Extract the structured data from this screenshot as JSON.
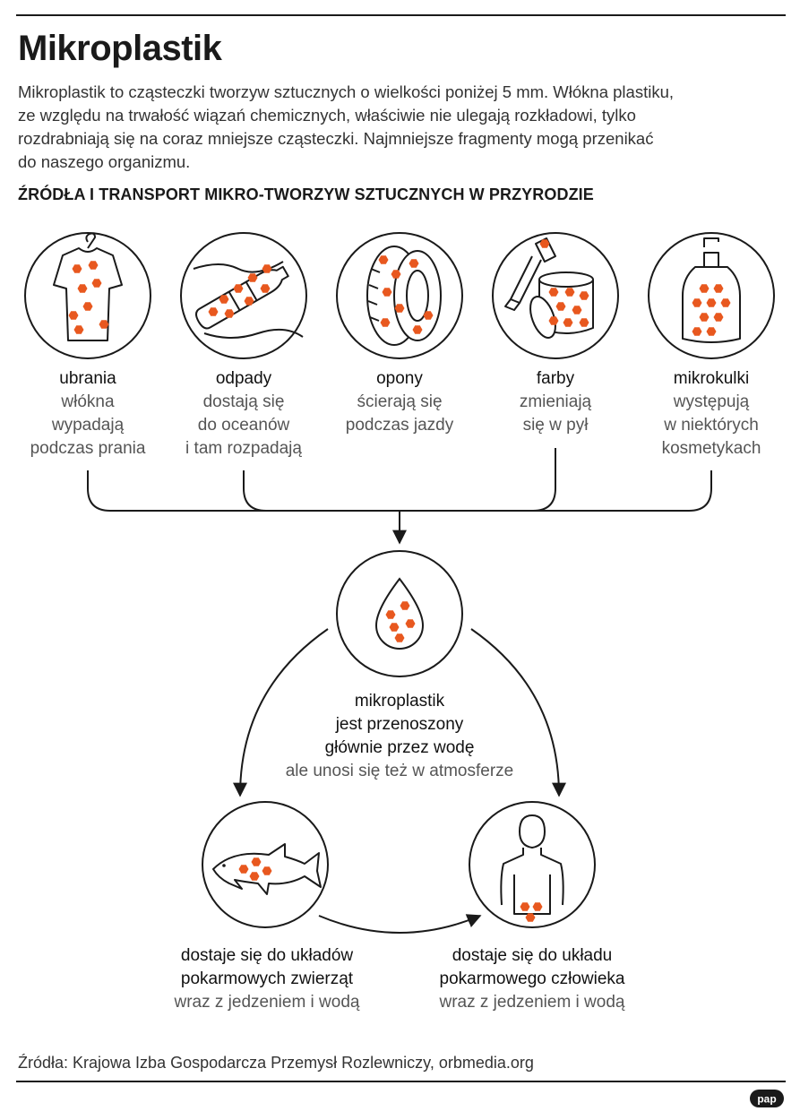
{
  "title": "Mikroplastik",
  "intro": "Mikroplastik to cząsteczki tworzyw sztucznych o wielkości poniżej 5 mm. Włókna plastiku,\nze względu na trwałość wiązań chemicznych, właściwie nie ulegają rozkładowi, tylko\nrozdrabniają się na coraz mniejsze cząsteczki. Najmniejsze fragmenty mogą przenikać\ndo naszego organizmu.",
  "section_title": "ŹRÓDŁA I TRANSPORT MIKRO-TWORZYW SZTUCZNYCH W PRZYRODZIE",
  "sources": [
    {
      "name": "ubrania",
      "desc": "włókna\nwypadają\npodczas prania",
      "icon": "tshirt-icon"
    },
    {
      "name": "odpady",
      "desc": "dostają się\ndo oceanów\ni tam rozpadają",
      "icon": "bottle-icon"
    },
    {
      "name": "opony",
      "desc": "ścierają się\npodczas jazdy",
      "icon": "tire-icon"
    },
    {
      "name": "farby",
      "desc": "zmieniają\nsię w pył",
      "icon": "paint-icon"
    },
    {
      "name": "mikrokulki",
      "desc": "występują\nw niektórych\nkosmetykach",
      "icon": "soap-bottle-icon"
    }
  ],
  "center": {
    "lead": "mikroplastik\njest przenoszony\ngłównie przez wodę",
    "sub": "ale unosi się też w atmosferze",
    "icon": "water-drop-icon"
  },
  "destinations": [
    {
      "lead": "dostaje się do układów\npokarmowych zwierząt",
      "sub": "wraz z jedzeniem i wodą",
      "icon": "fish-icon"
    },
    {
      "lead": "dostaje się do układu\npokarmowego człowieka",
      "sub": "wraz z jedzeniem i wodą",
      "icon": "human-icon"
    }
  ],
  "source_note": "Źródła: Krajowa Izba Gospodarcza Przemysł Rozlewniczy, orbmedia.org",
  "logo_text": "pap",
  "colors": {
    "particle": "#e8581f",
    "ink": "#1a1a1a",
    "muted": "#555555"
  }
}
